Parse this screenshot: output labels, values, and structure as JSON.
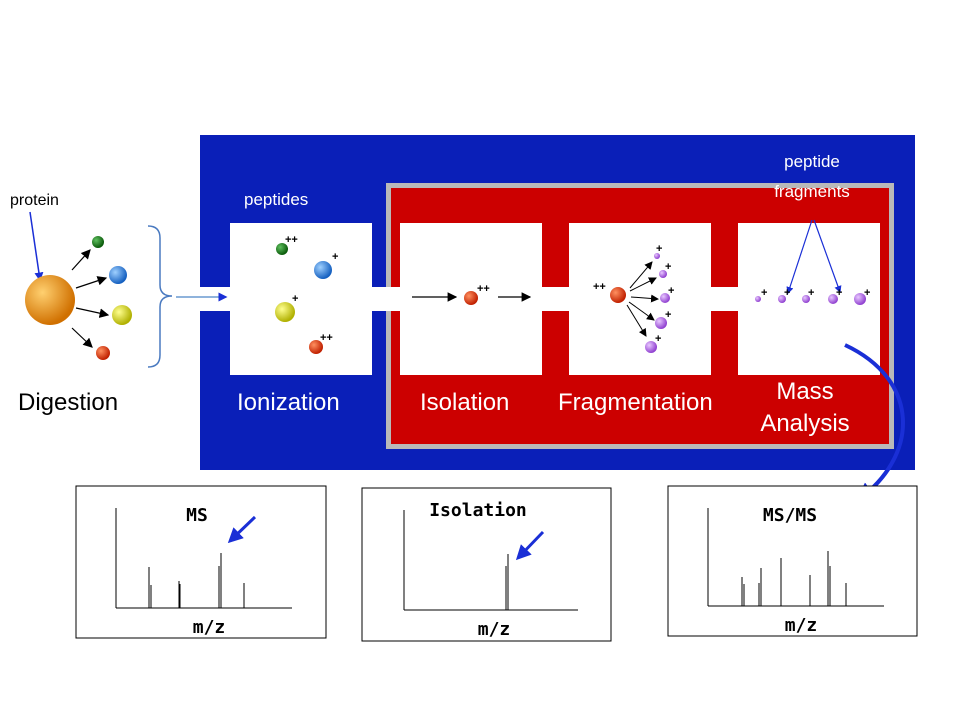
{
  "labels": {
    "protein": "protein",
    "peptides": "peptides",
    "peptide_fragments_line1": "peptide",
    "peptide_fragments_line2": "fragments",
    "digestion": "Digestion",
    "ionization": "Ionization",
    "isolation": "Isolation",
    "fragmentation": "Fragmentation",
    "mass_analysis_line1": "Mass",
    "mass_analysis_line2": "Analysis"
  },
  "charges": {
    "double": "++",
    "single": "+"
  },
  "spectra": [
    {
      "title": "MS",
      "xlabel": "m/z"
    },
    {
      "title": "Isolation",
      "xlabel": "m/z"
    },
    {
      "title": "MS/MS",
      "xlabel": "m/z"
    }
  ],
  "colors": {
    "instrument_blue": "#0a1fb8",
    "isolation_red": "#cc0000",
    "outline_grey": "#b9b9b9",
    "arrow_blue": "#1a2fd6",
    "peptide_green": "#1a7a1a",
    "peptide_blue": "#2f8fe8",
    "peptide_yellow": "#d8d800",
    "peptide_red": "#e03010",
    "protein_orange": "#e88a10",
    "fragment_purple": "#b070e0"
  }
}
